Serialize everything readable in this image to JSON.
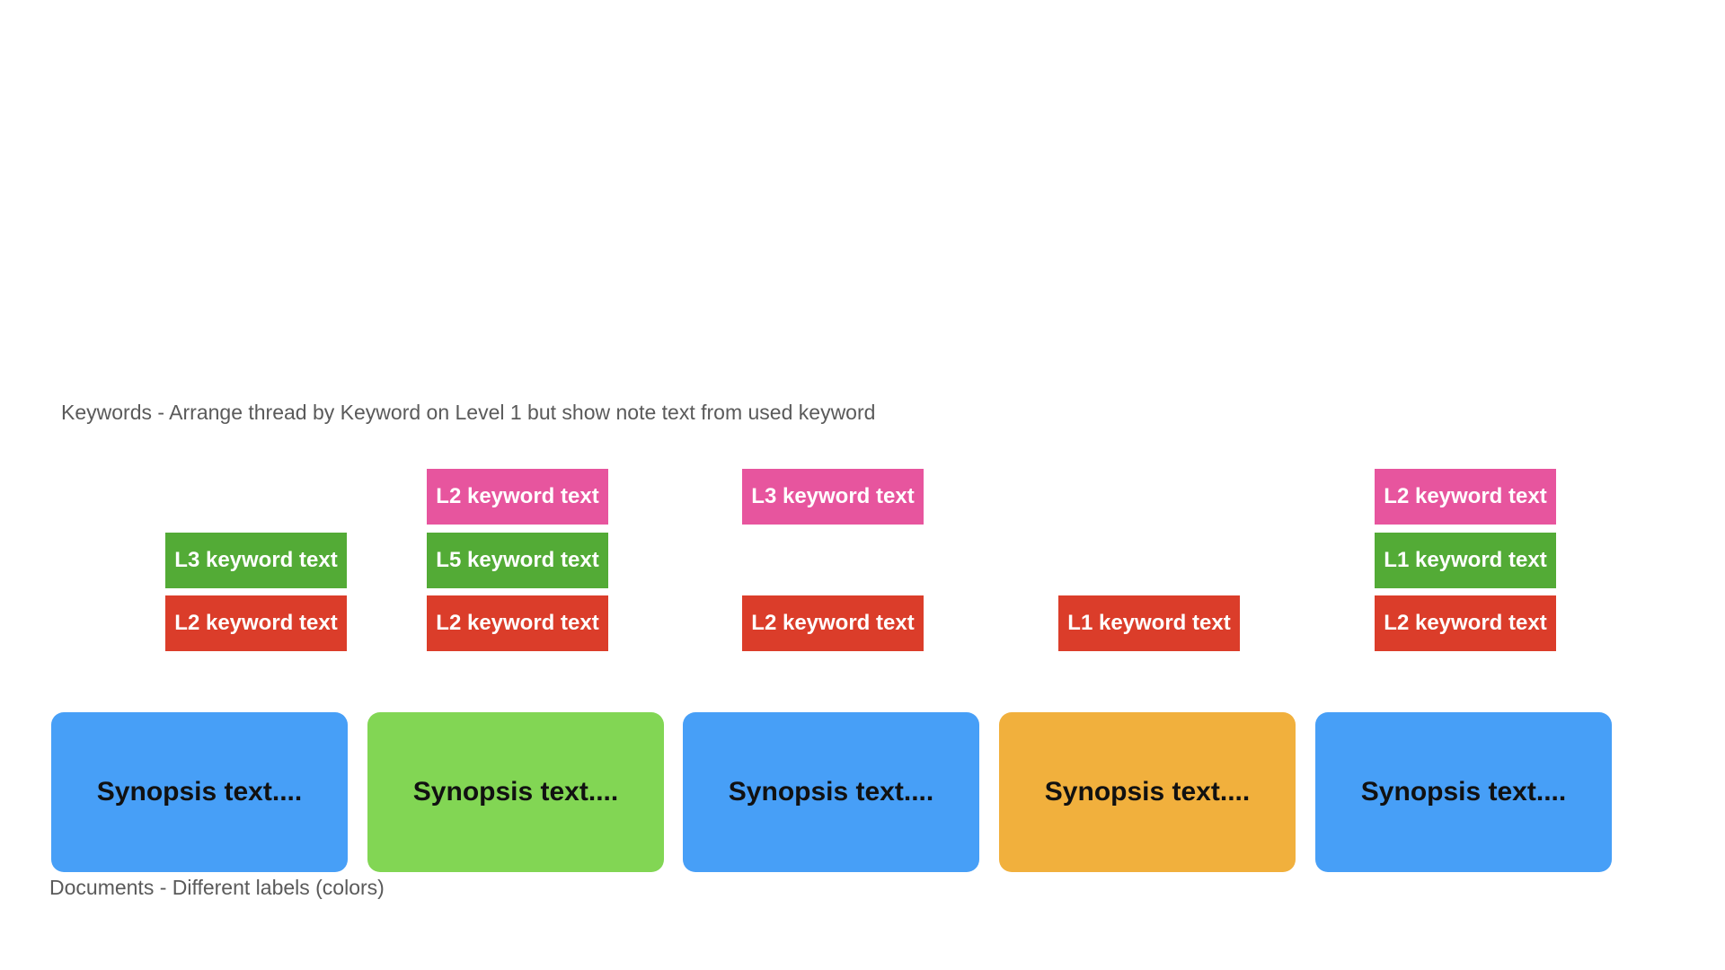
{
  "keywords_caption": "Keywords - Arrange thread by Keyword on Level 1 but show note text from used keyword",
  "documents_caption": "Documents - Different labels (colors)",
  "colors": {
    "pink": "#e7559e",
    "green": "#53ab36",
    "red": "#db3d2a",
    "doc_blue": "#479ff7",
    "doc_green": "#82d654",
    "doc_orange": "#f1b03d"
  },
  "threads": {
    "pink": [
      {
        "col": 2,
        "text": "L2 keyword text"
      },
      {
        "col": 3,
        "text": "L3 keyword text"
      },
      {
        "col": 5,
        "text": "L2 keyword text"
      }
    ],
    "green": [
      {
        "col": 1,
        "text": "L3 keyword text"
      },
      {
        "col": 2,
        "text": "L5 keyword text"
      },
      {
        "col": 5,
        "text": "L1 keyword text"
      }
    ],
    "red": [
      {
        "col": 1,
        "text": "L2 keyword text"
      },
      {
        "col": 2,
        "text": "L2 keyword text"
      },
      {
        "col": 3,
        "text": "L2 keyword text"
      },
      {
        "col": 4,
        "text": "L1 keyword text"
      },
      {
        "col": 5,
        "text": "L2 keyword text"
      }
    ]
  },
  "documents": [
    {
      "text": "Synopsis text....",
      "color": "#479ff7"
    },
    {
      "text": "Synopsis text....",
      "color": "#82d654"
    },
    {
      "text": "Synopsis text....",
      "color": "#479ff7"
    },
    {
      "text": "Synopsis text....",
      "color": "#f1b03d"
    },
    {
      "text": "Synopsis text....",
      "color": "#479ff7"
    }
  ]
}
